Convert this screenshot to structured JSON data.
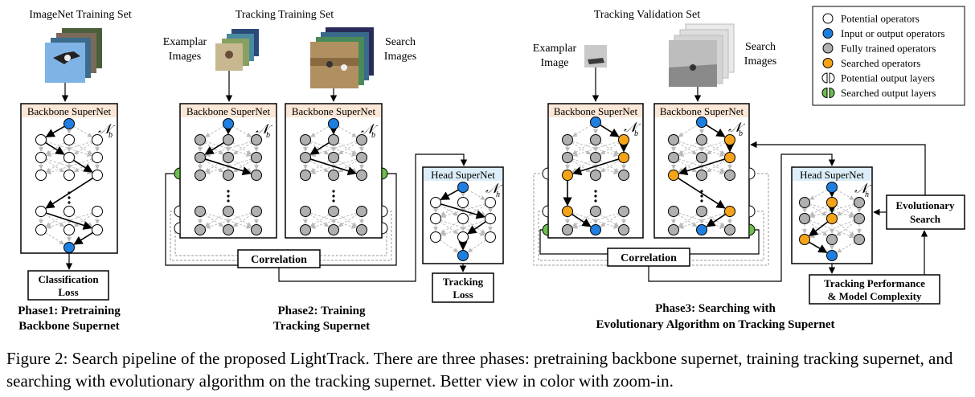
{
  "phase1": {
    "set_title": "ImageNet Training Set",
    "supernet_label": "Backbone SuperNet",
    "loss_line1": "Classification",
    "loss_line2": "Loss",
    "title_line1": "Phase1: Pretraining",
    "title_line2": "Backbone Supernet"
  },
  "phase2": {
    "set_title": "Tracking Training Set",
    "exemplar_line1": "Examplar",
    "exemplar_line2": "Images",
    "search_line1": "Search",
    "search_line2": "Images",
    "supernet_left_label": "Backbone SuperNet",
    "supernet_right_label": "Backbone SuperNet",
    "correlation_label": "Correlation",
    "head_label": "Head SuperNet",
    "loss_line1": "Tracking",
    "loss_line2": "Loss",
    "title_line1": "Phase2: Training",
    "title_line2": "Tracking Supernet"
  },
  "phase3": {
    "set_title": "Tracking Validation Set",
    "exemplar_line1": "Examplar",
    "exemplar_line2": "Image",
    "search_line1": "Search",
    "search_line2": "Images",
    "supernet_left_label": "Backbone SuperNet",
    "supernet_right_label": "Backbone SuperNet",
    "correlation_label": "Correlation",
    "head_label": "Head SuperNet",
    "evo_line1": "Evolutionary",
    "evo_line2": "Search",
    "perf_line1": "Tracking Performance",
    "perf_line2": "& Model Complexity",
    "title_line1": "Phase3: Searching with",
    "title_line2": "Evolutionary Algorithm on Tracking Supernet"
  },
  "math_symbol": "𝒩",
  "backbone_subscript": "b",
  "head_subscript": "h",
  "legend": {
    "items": [
      {
        "label": "Potential operators",
        "color": "#ffffff",
        "kind": "full"
      },
      {
        "label": "Input or output operators",
        "color": "#1f7fe0",
        "kind": "full"
      },
      {
        "label": "Fully trained operators",
        "color": "#b0b0b0",
        "kind": "full"
      },
      {
        "label": "Searched operators",
        "color": "#f5a418",
        "kind": "full"
      },
      {
        "label": "Potential output layers",
        "color": "#ffffff",
        "kind": "half"
      },
      {
        "label": "Searched output layers",
        "color": "#6cc04a",
        "kind": "half"
      }
    ]
  },
  "colors": {
    "backbone_header": "#fbe7d7",
    "head_header": "#dceef9",
    "input_output": "#1f7fe0",
    "trained": "#b0b0b0",
    "searched": "#f5a418",
    "output_layer": "#6cc04a"
  },
  "caption": "Figure 2:  Search pipeline of the proposed LightTrack.  There are three phases:  pretraining backbone supernet, training tracking supernet, and searching with evolutionary algorithm on the tracking supernet. Better view in color with zoom-in."
}
